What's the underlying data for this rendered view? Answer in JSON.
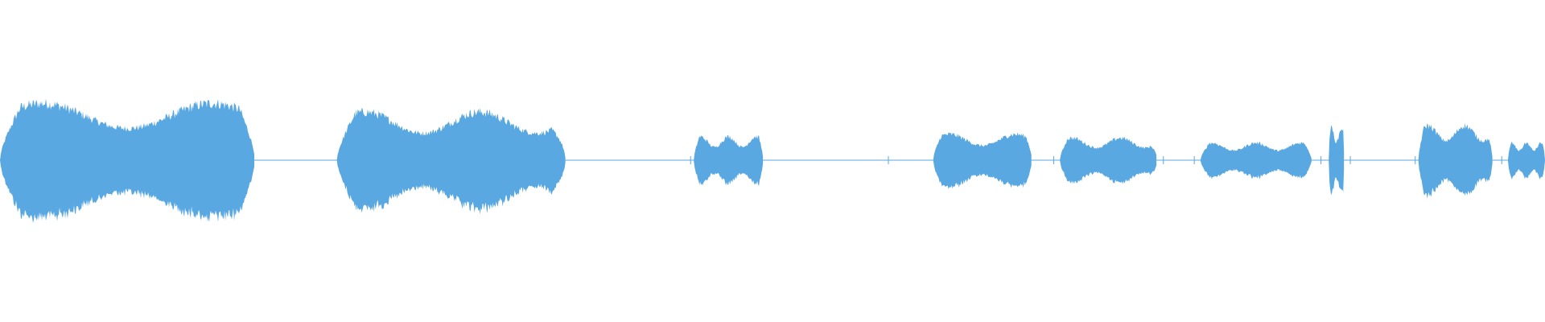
{
  "waveform": {
    "color": "#5aa8e2",
    "segments": [
      {
        "start": 0.0,
        "end": 0.165,
        "amplitude": 0.92
      },
      {
        "start": 0.218,
        "end": 0.366,
        "amplitude": 0.78
      },
      {
        "start": 0.449,
        "end": 0.494,
        "amplitude": 0.38
      },
      {
        "start": 0.604,
        "end": 0.668,
        "amplitude": 0.42
      },
      {
        "start": 0.686,
        "end": 0.749,
        "amplitude": 0.36
      },
      {
        "start": 0.777,
        "end": 0.849,
        "amplitude": 0.28
      },
      {
        "start": 0.86,
        "end": 0.87,
        "amplitude": 0.52
      },
      {
        "start": 0.918,
        "end": 0.966,
        "amplitude": 0.56
      },
      {
        "start": 0.976,
        "end": 1.0,
        "amplitude": 0.28
      }
    ]
  }
}
